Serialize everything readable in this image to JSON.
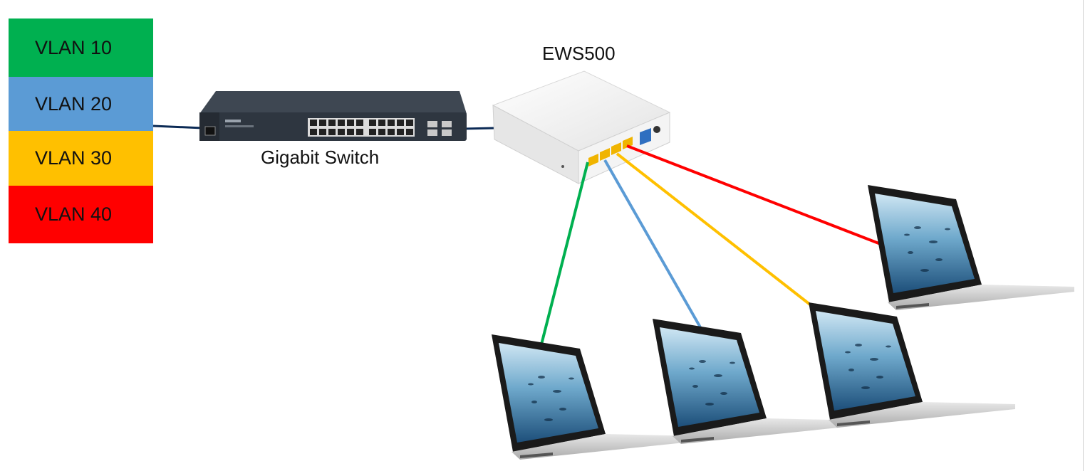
{
  "vlans": [
    {
      "label": "VLAN 10",
      "color": "#00b050"
    },
    {
      "label": "VLAN 20",
      "color": "#5b9bd5"
    },
    {
      "label": "VLAN 30",
      "color": "#ffc000"
    },
    {
      "label": "VLAN 40",
      "color": "#ff0000"
    }
  ],
  "devices": {
    "switch_label": "Gigabit Switch",
    "ap_label": "EWS500"
  },
  "colors": {
    "trunk_cable": "#0b2a55",
    "switch_body": "#2e3640",
    "ap_body": "#f2f2f2",
    "port_yellow": "#f0b400"
  }
}
